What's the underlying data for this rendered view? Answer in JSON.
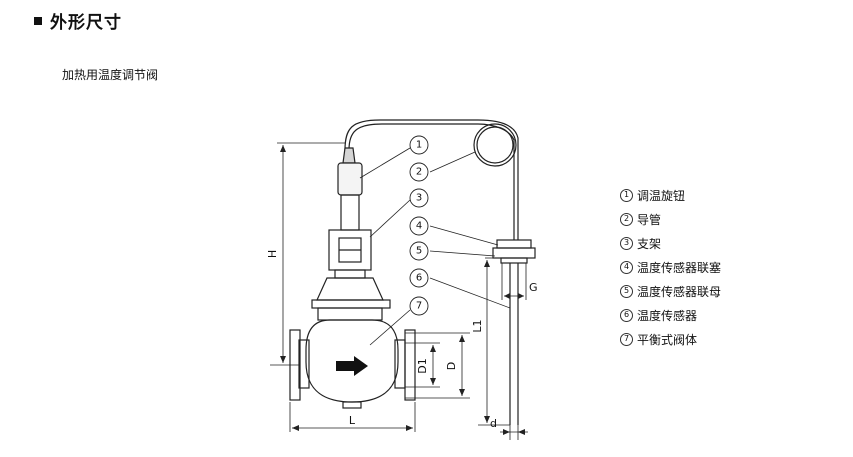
{
  "heading": {
    "title": "外形尺寸"
  },
  "subtitle": "加热用温度调节阀",
  "callouts": [
    "1",
    "2",
    "3",
    "4",
    "5",
    "6",
    "7"
  ],
  "dimensions": {
    "H": "H",
    "L": "L",
    "L1": "L1",
    "D": "D",
    "D1": "D1",
    "G": "G",
    "d": "d"
  },
  "legend": [
    {
      "num": "1",
      "label": "调温旋钮"
    },
    {
      "num": "2",
      "label": "导管"
    },
    {
      "num": "3",
      "label": "支架"
    },
    {
      "num": "4",
      "label": "温度传感器联塞"
    },
    {
      "num": "5",
      "label": "温度传感器联母"
    },
    {
      "num": "6",
      "label": "温度传感器"
    },
    {
      "num": "7",
      "label": "平衡式阀体"
    }
  ]
}
